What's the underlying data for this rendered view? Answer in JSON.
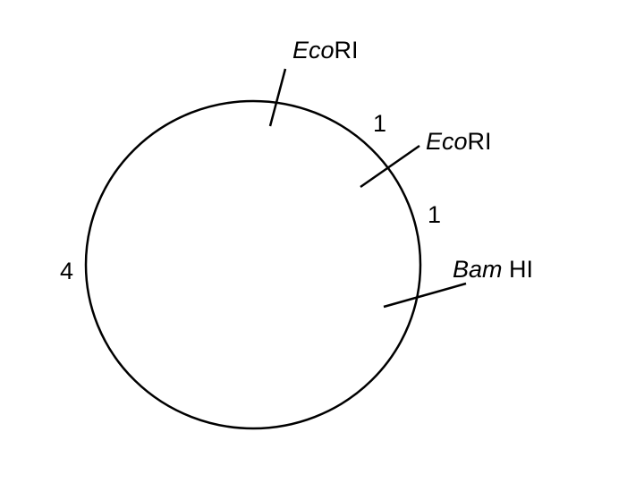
{
  "diagram": {
    "sites": [
      {
        "italic": "Eco",
        "rest": "RI"
      },
      {
        "italic": "Eco",
        "rest": "RI"
      },
      {
        "italic": "Bam",
        "rest": " HI"
      }
    ],
    "distances": [
      "1",
      "1",
      "4"
    ]
  },
  "colors": {
    "stroke": "#000000",
    "text": "#000000",
    "background": "#ffffff"
  }
}
